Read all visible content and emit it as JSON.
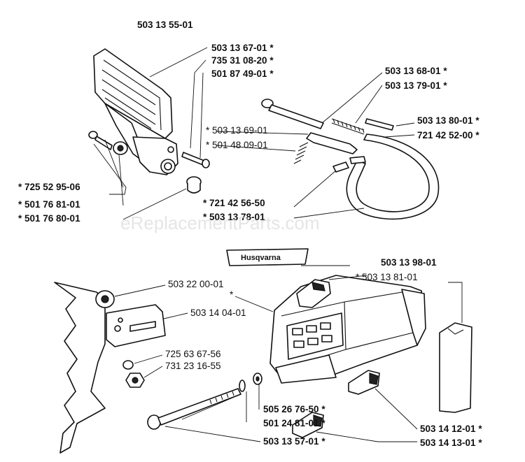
{
  "watermark": "eReplacementParts.com",
  "brand_label": "Husqvarna",
  "assembly_top": "503 13 55-01",
  "assembly_bottom": "503 13 98-01",
  "labels": {
    "p1": "503 13 67-01  *",
    "p2": "735 31 08-20  *",
    "p3": "501 87 49-01  *",
    "p4": "503 13 68-01  *",
    "p5": "503 13 79-01  *",
    "p6": "503 13 80-01  *",
    "p7": "721 42 52-00  *",
    "p8": "*  503 13 69-01",
    "p9": "*  501 48 09-01",
    "p10": "*  725 52 95-06",
    "p11": "*  501 76 81-01",
    "p12": "*  501 76 80-01",
    "p13": "*  721 42 56-50",
    "p14": "*  503 13 78-01",
    "p15": "*  503 13 81-01",
    "p16": "503 22 00-01",
    "p17": "503 14 04-01",
    "p18": "*",
    "p19": "725 63 67-56",
    "p20": "731 23 16-55",
    "p21": "505 26 76-50  *",
    "p22": "501 24 81-01  *",
    "p23": "503 13 57-01  *",
    "p24": "503 14 12-01  *",
    "p25": "503 14 13-01  *"
  }
}
